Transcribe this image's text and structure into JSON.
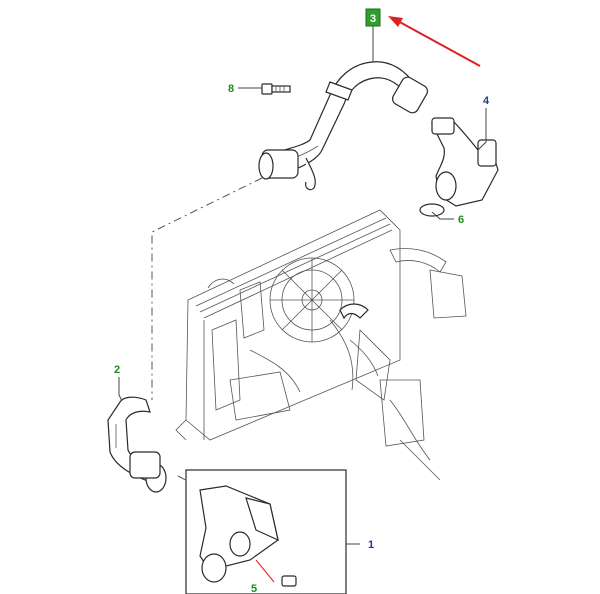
{
  "callouts": [
    {
      "id": "callout-1",
      "label": "1"
    },
    {
      "id": "callout-2",
      "label": "2"
    },
    {
      "id": "callout-3",
      "label": "3",
      "highlighted": true
    },
    {
      "id": "callout-4",
      "label": "4"
    },
    {
      "id": "callout-5",
      "label": "5"
    },
    {
      "id": "callout-6",
      "label": "6"
    },
    {
      "id": "callout-8",
      "label": "8"
    }
  ],
  "colors": {
    "callout_green": "#1f8a1f",
    "callout_blue": "#1a3d8f",
    "highlight_box": "#2e9e2e",
    "highlight_text": "#ffffff",
    "arrow_red": "#e02020",
    "line_art": "#2a2a2a"
  },
  "icons": {
    "pointer": "red-arrow-icon"
  }
}
